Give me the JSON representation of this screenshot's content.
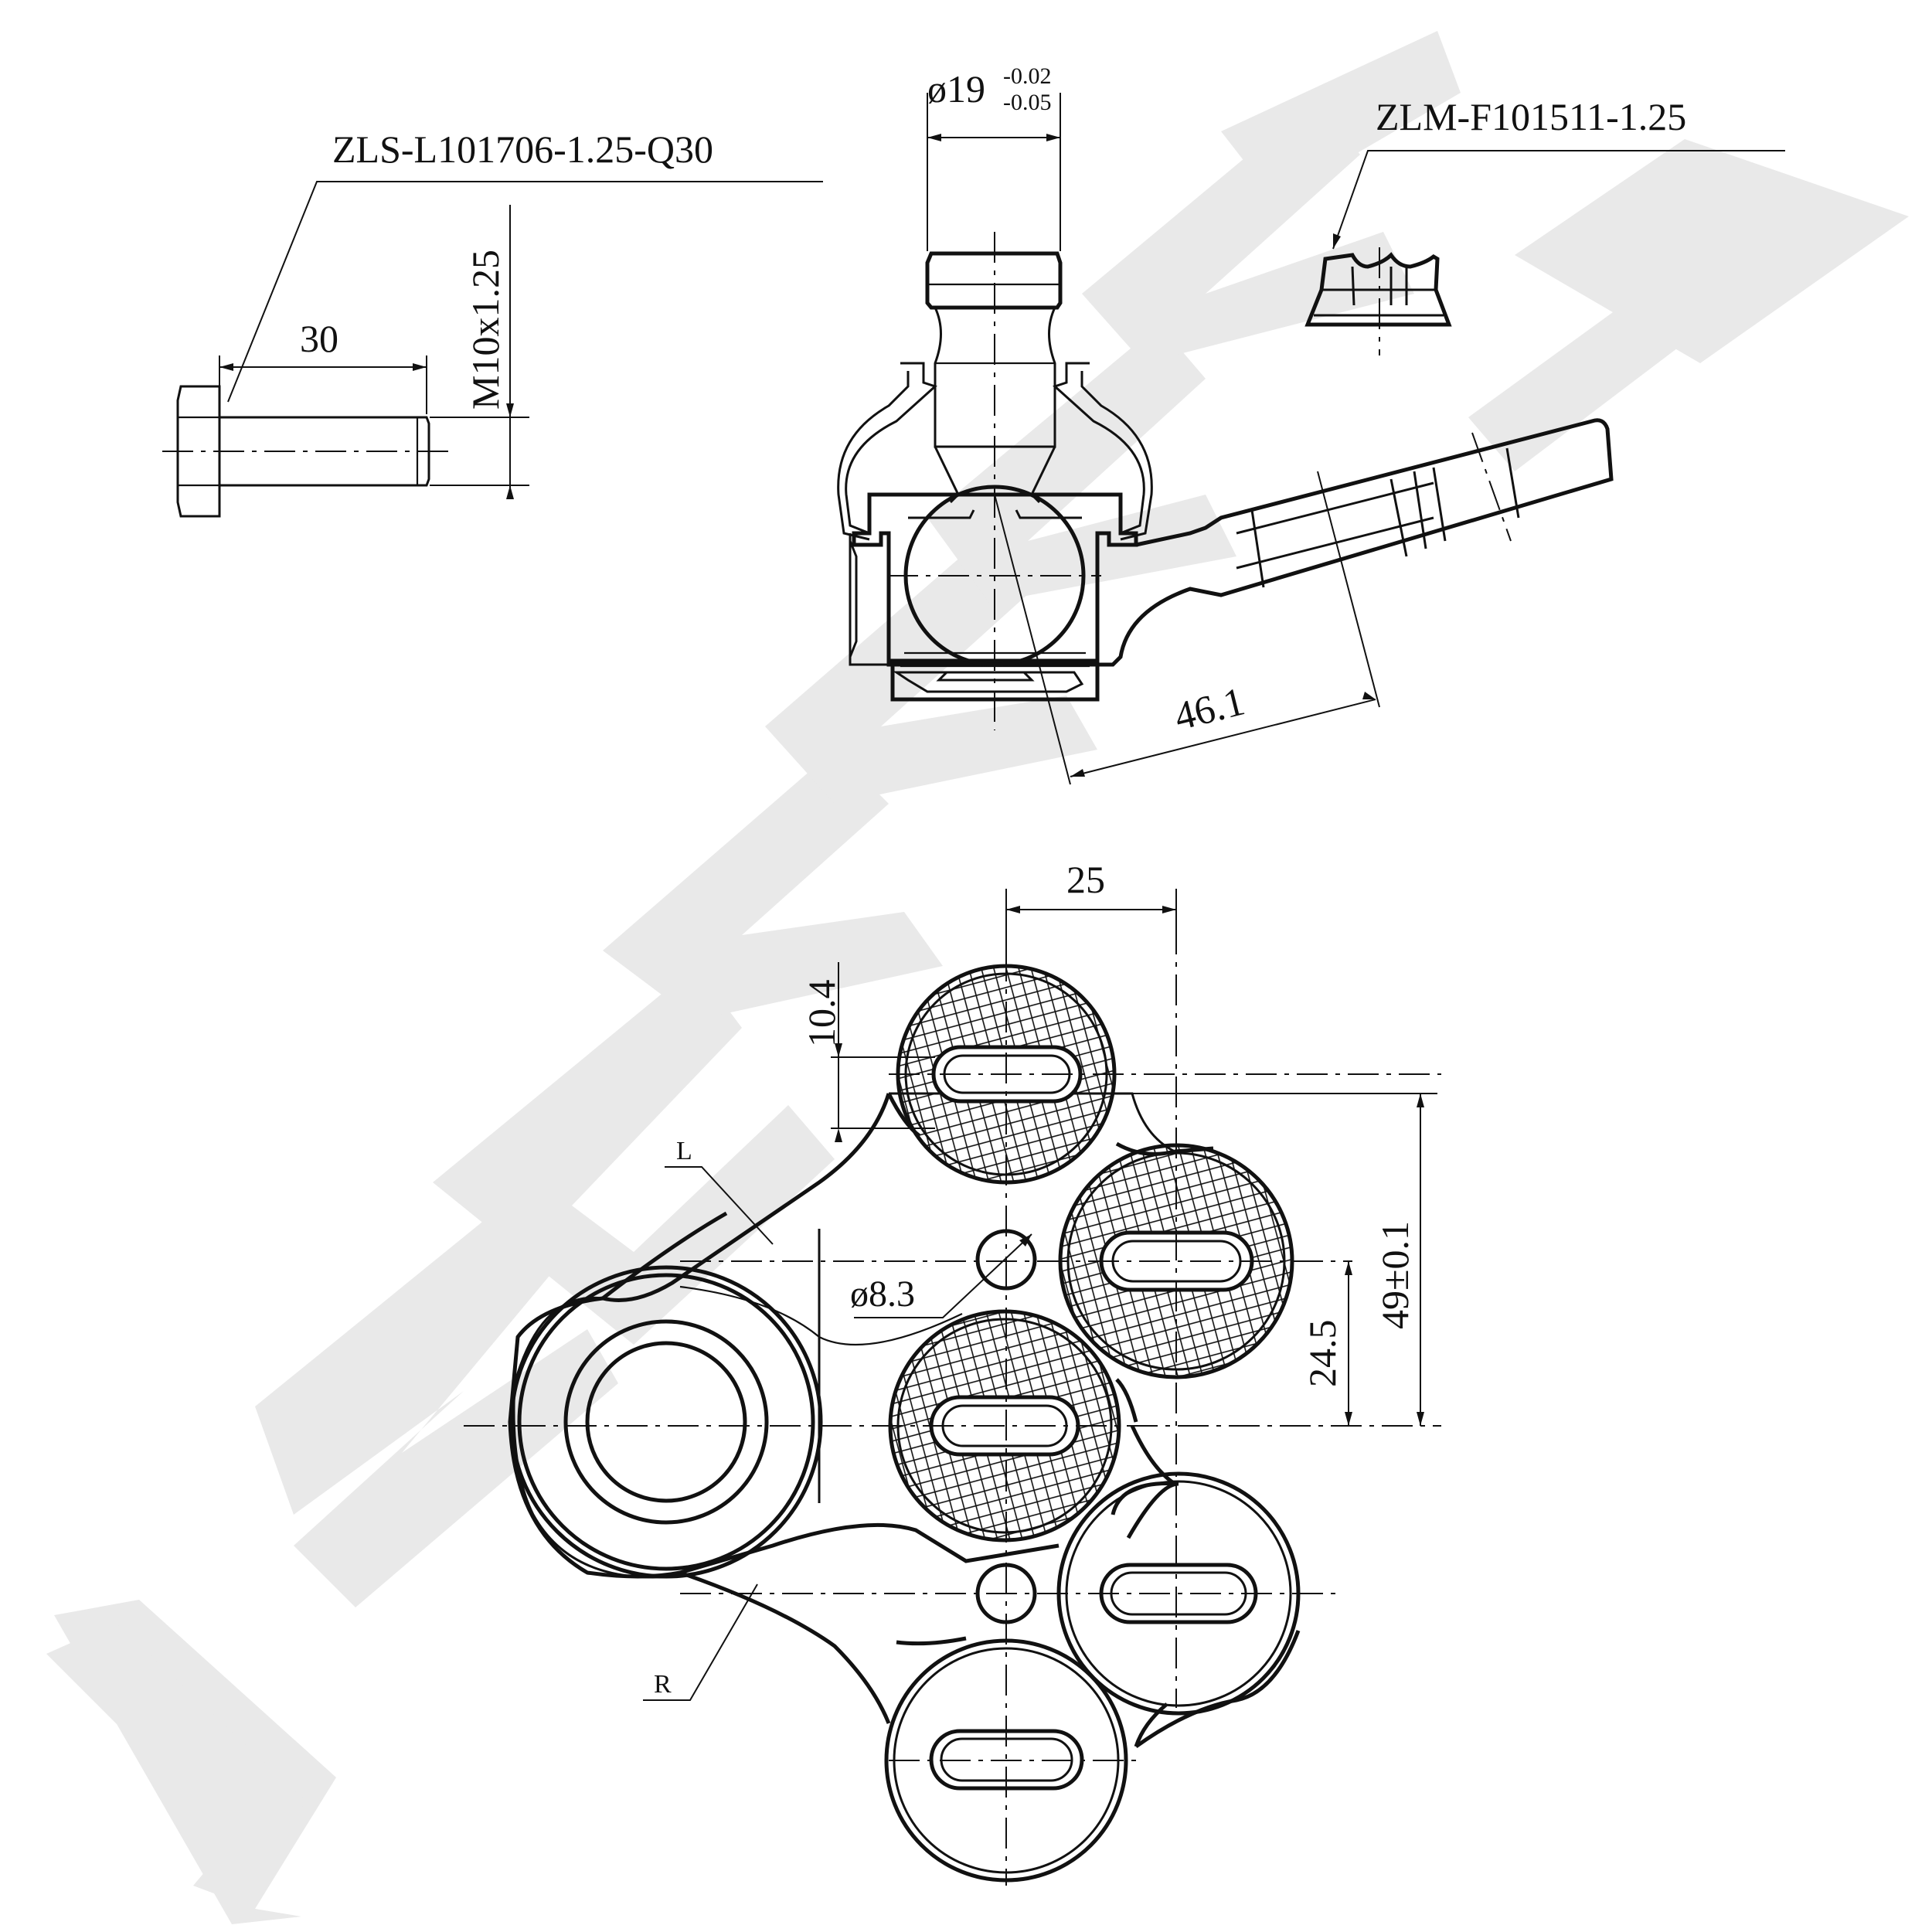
{
  "watermark": "ZEKKERT",
  "labels": {
    "bolt_part": "ZLS-L101706-1.25-Q30",
    "nut_part": "ZLM-F101511-1.25",
    "bolt_length": "30",
    "bolt_thread": "M10x1.25",
    "stud_diameter": "ø19",
    "stud_tol_upper": "-0.02",
    "stud_tol_lower": "-0.05",
    "arm_length": "46.1",
    "width_top": "25",
    "slot_height": "10.4",
    "hole_diameter": "ø8.3",
    "height_total": "49±0.1",
    "height_mid": "24.5",
    "side_left": "L",
    "side_right": "R"
  },
  "colors": {
    "line": "#111111",
    "watermark": "#e9e9e9",
    "background": "#ffffff"
  }
}
